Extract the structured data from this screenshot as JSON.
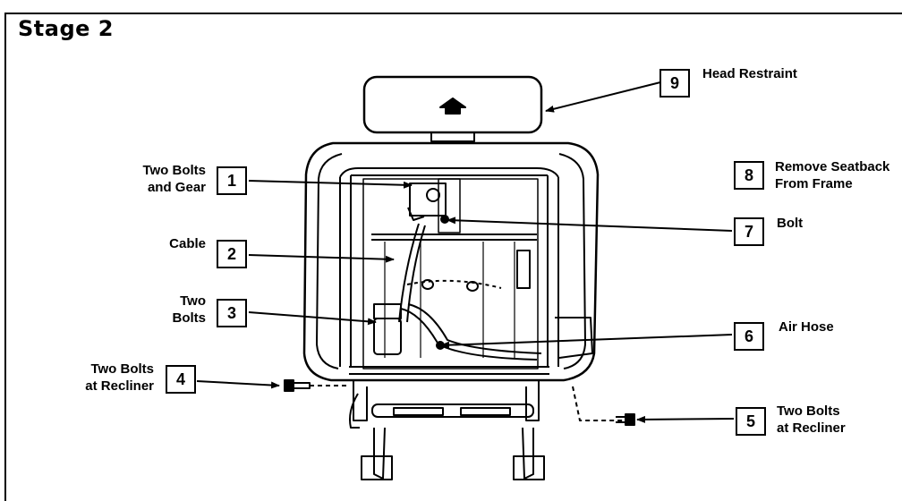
{
  "title": "Stage 2",
  "callouts": [
    {
      "num": "1",
      "label": [
        "Two Bolts",
        "and Gear"
      ]
    },
    {
      "num": "2",
      "label": [
        "Cable"
      ]
    },
    {
      "num": "3",
      "label": [
        "Two",
        "Bolts"
      ]
    },
    {
      "num": "4",
      "label": [
        "Two Bolts",
        "at Recliner"
      ]
    },
    {
      "num": "5",
      "label": [
        "Two Bolts",
        "at Recliner"
      ]
    },
    {
      "num": "6",
      "label": [
        "Air Hose"
      ]
    },
    {
      "num": "7",
      "label": [
        "Bolt"
      ]
    },
    {
      "num": "8",
      "label": [
        "Remove Seatback",
        "From Frame"
      ]
    },
    {
      "num": "9",
      "label": [
        "Head Restraint"
      ]
    }
  ]
}
